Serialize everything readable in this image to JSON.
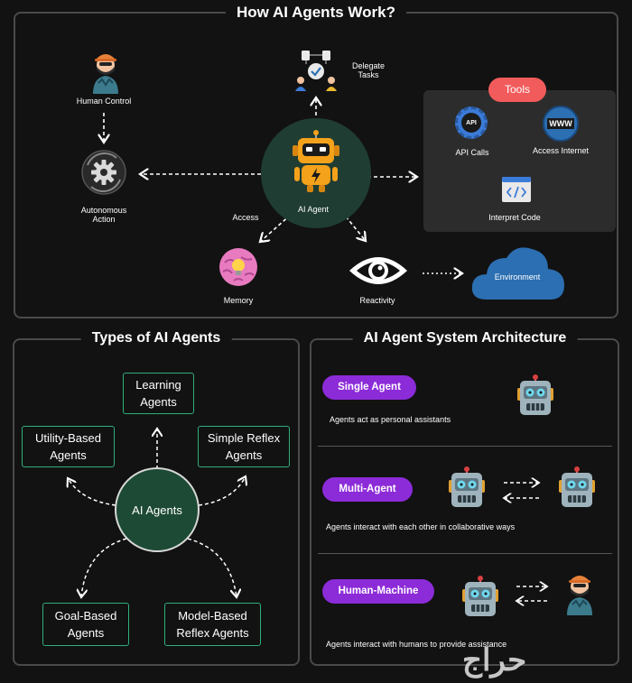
{
  "top": {
    "title": "How AI Agents Work?",
    "center_label": "AI Agent",
    "human_control": "Human Control",
    "autonomous_action": "Autonomous\nAction",
    "delegate_tasks": "Delegate\nTasks",
    "access": "Access",
    "memory": "Memory",
    "reactivity": "Reactivity",
    "environment": "Environment",
    "tools": {
      "label": "Tools",
      "api_icon_text": "API",
      "api_calls": "API Calls",
      "www_icon_text": "WWW",
      "access_internet": "Access Internet",
      "interpret_code": "Interpret Code"
    }
  },
  "types": {
    "title": "Types of AI Agents",
    "center": "AI Agents",
    "learning": "Learning\nAgents",
    "utility": "Utility-Based\nAgents",
    "simple_reflex": "Simple Reflex\nAgents",
    "goal": "Goal-Based\nAgents",
    "model": "Model-Based\nReflex Agents"
  },
  "architecture": {
    "title": "AI Agent System Architecture",
    "single": {
      "label": "Single Agent",
      "desc": "Agents act as personal assistants"
    },
    "multi": {
      "label": "Multi-Agent",
      "desc": "Agents interact with each other in collaborative ways"
    },
    "human": {
      "label": "Human-Machine",
      "desc": "Agents interact with humans to provide assistance"
    }
  },
  "watermark": "حراج",
  "colors": {
    "green": "#2fae7a",
    "purple": "#8c2bd8",
    "red": "#f25b5b",
    "blue": "#2c6fb2",
    "robot": "#f4a21b"
  }
}
